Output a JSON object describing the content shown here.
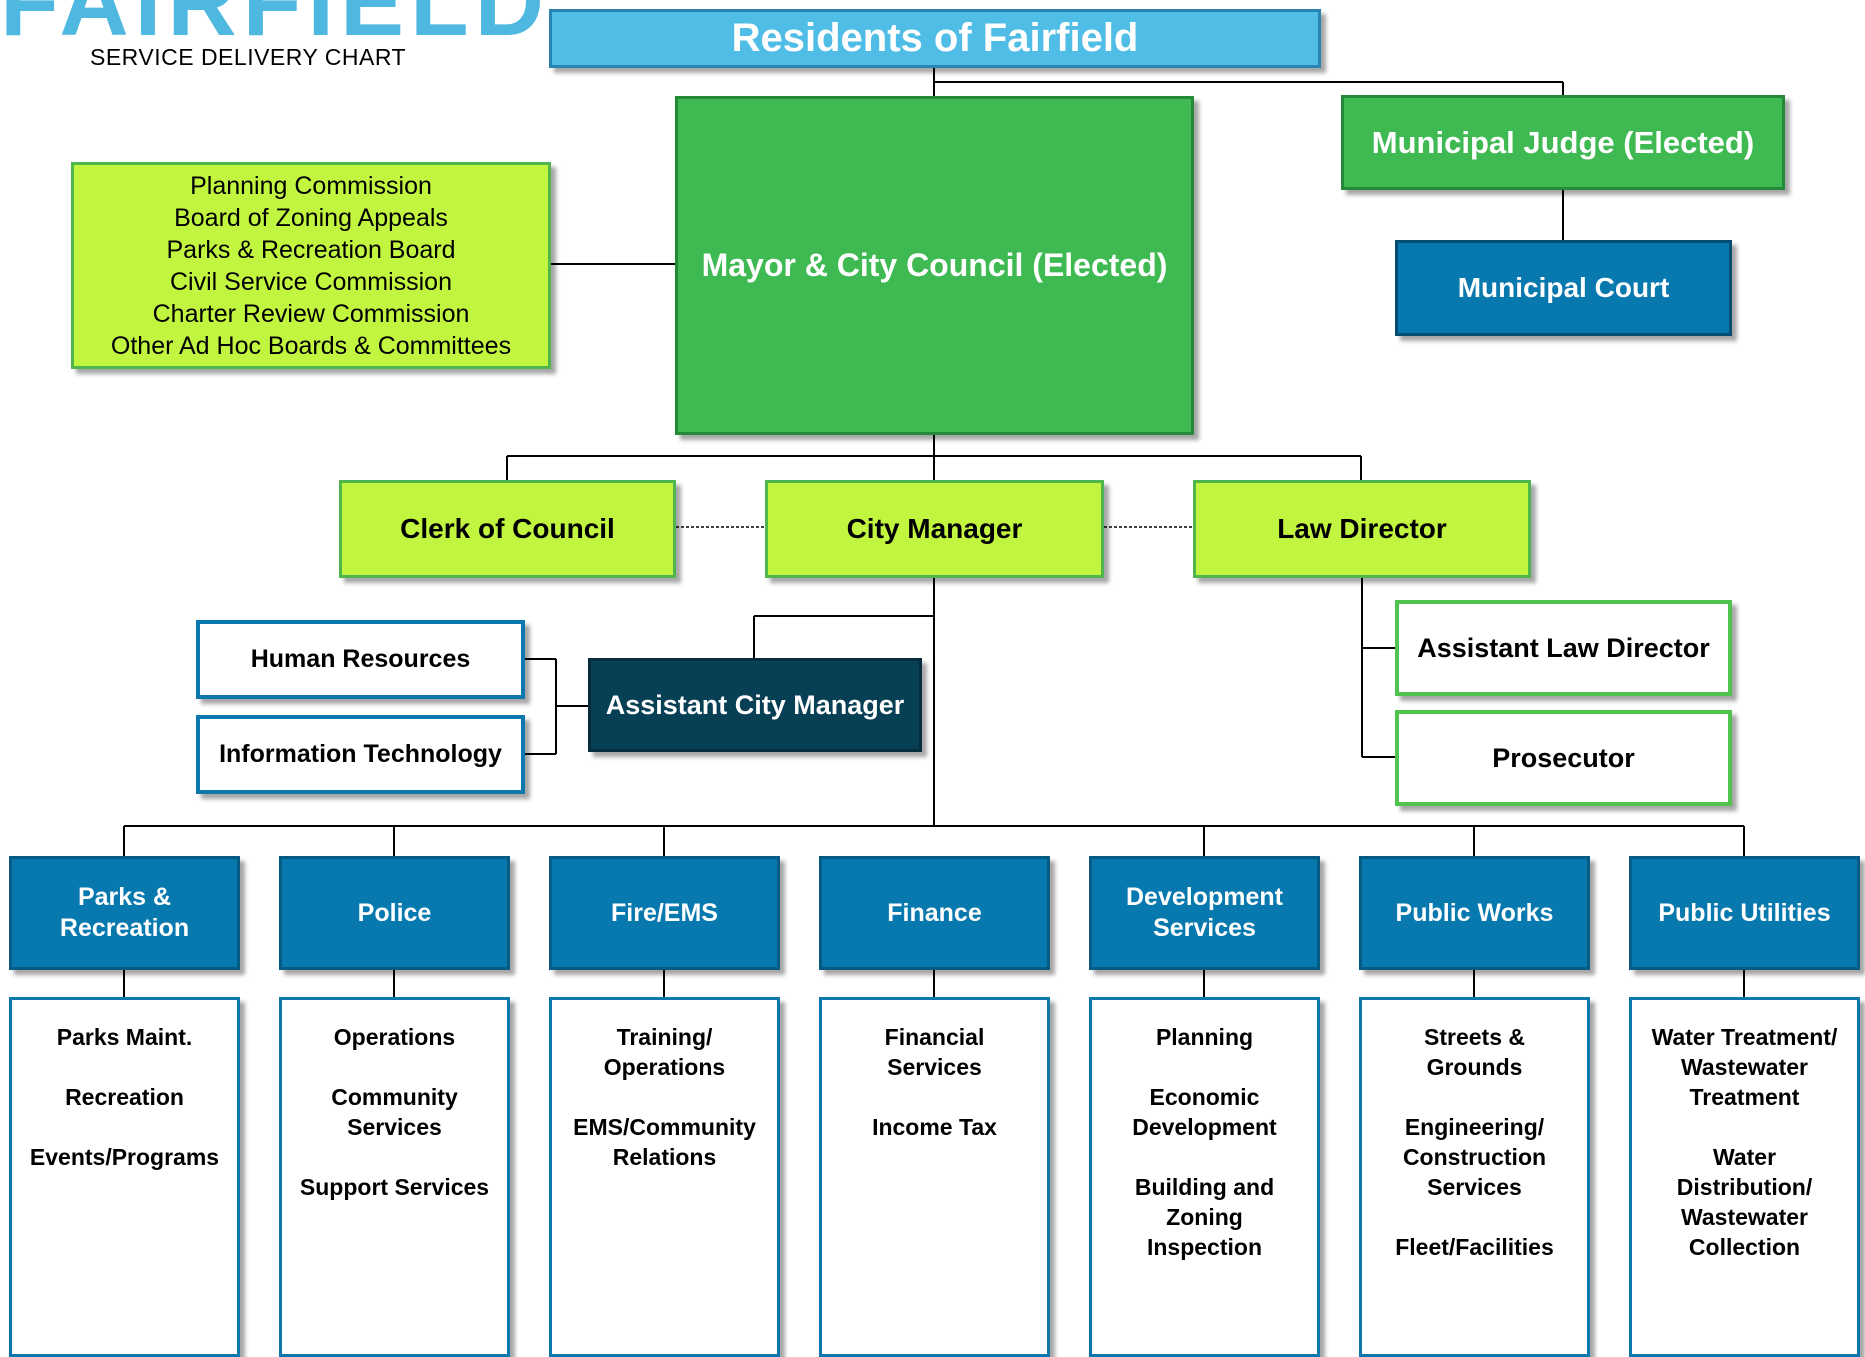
{
  "header": {
    "logo_text": "FAIRFIELD",
    "subtitle": "SERVICE DELIVERY CHART"
  },
  "top": {
    "residents": "Residents of Fairfield",
    "mayor_council": "Mayor & City Council (Elected)",
    "municipal_judge": "Municipal Judge (Elected)",
    "municipal_court": "Municipal Court"
  },
  "boards": {
    "lines": [
      "Planning Commission",
      "Board of Zoning Appeals",
      "Parks & Recreation Board",
      "Civil Service Commission",
      "Charter Review Commission",
      "Other Ad Hoc Boards & Committees"
    ]
  },
  "staff": {
    "clerk": "Clerk of Council",
    "city_manager": "City Manager",
    "law_director": "Law Director",
    "assistant_city_manager": "Assistant City Manager",
    "human_resources": "Human Resources",
    "information_technology": "Information Technology",
    "assistant_law_director": "Assistant Law Director",
    "prosecutor": "Prosecutor"
  },
  "departments": [
    {
      "title": [
        "Parks &",
        "Recreation"
      ],
      "items": [
        [
          "Parks Maint."
        ],
        [
          "Recreation"
        ],
        [
          "Events/Programs"
        ]
      ]
    },
    {
      "title": [
        "Police"
      ],
      "items": [
        [
          "Operations"
        ],
        [
          "Community",
          "Services"
        ],
        [
          "Support Services"
        ]
      ]
    },
    {
      "title": [
        "Fire/EMS"
      ],
      "items": [
        [
          "Training/",
          "Operations"
        ],
        [
          "EMS/Community",
          "Relations"
        ]
      ]
    },
    {
      "title": [
        "Finance"
      ],
      "items": [
        [
          "Financial",
          "Services"
        ],
        [
          "Income Tax"
        ]
      ]
    },
    {
      "title": [
        "Development",
        "Services"
      ],
      "items": [
        [
          "Planning"
        ],
        [
          "Economic",
          "Development"
        ],
        [
          "Building and",
          "Zoning",
          "Inspection"
        ]
      ]
    },
    {
      "title": [
        "Public Works"
      ],
      "items": [
        [
          "Streets &",
          "Grounds"
        ],
        [
          "Engineering/",
          "Construction",
          "Services"
        ],
        [
          "Fleet/Facilities"
        ]
      ]
    },
    {
      "title": [
        "Public Utilities"
      ],
      "items": [
        [
          "Water Treatment/",
          "Wastewater",
          "Treatment"
        ],
        [
          "Water",
          "Distribution/",
          "Wastewater",
          "Collection"
        ]
      ]
    }
  ],
  "colors": {
    "residents": "#4fbde6",
    "elected_green": "#3fba53",
    "appointed_lime": "#c2f53f",
    "department_blue": "#0779af",
    "assistant_navy": "#073f55"
  }
}
